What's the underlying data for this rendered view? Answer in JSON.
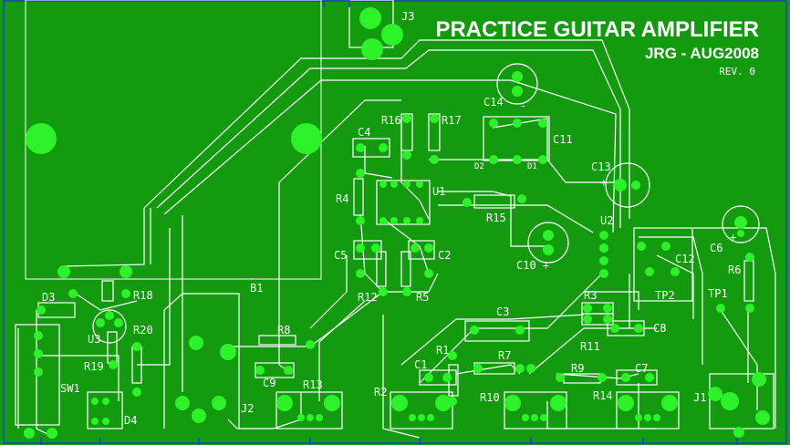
{
  "board": {
    "title": "PRACTICE GUITAR AMPLIFIER",
    "author_date": "JRG - AUG2008",
    "revision": "REV. 0",
    "colors": {
      "copper": "#139a0f",
      "trace": "#ffffff",
      "pad": "#2df22a",
      "edge": "#1a3fd0"
    }
  },
  "labels": {
    "J3": "J3",
    "C14": "C14",
    "R16": "R16",
    "R17": "R17",
    "C4": "C4",
    "C11": "C11",
    "D2": "D2",
    "D1": "D1",
    "C13": "C13",
    "R4": "R4",
    "U1": "U1",
    "R15": "R15",
    "U2": "U2",
    "C6": "C6",
    "C5": "C5",
    "C2": "C2",
    "C10": "C10 +",
    "C12": "C12",
    "R6": "R6",
    "D3": "D3",
    "R18": "R18",
    "B1": "B1",
    "R12": "R12",
    "R5": "R5",
    "R3": "R3",
    "TP2": "TP2",
    "TP1": "TP1",
    "U3": "U3",
    "R20": "R20",
    "R8": "R8",
    "C3": "C3",
    "C8": "C8",
    "R11": "R11",
    "R19": "R19",
    "R1": "R1",
    "R7": "R7",
    "C9": "C9",
    "SW1": "SW1",
    "R13": "R13",
    "C1": "C1",
    "R9": "R9",
    "C7": "C7",
    "R2": "R2",
    "R10": "R10",
    "R14": "R14",
    "J1": "J1",
    "J2": "J2",
    "D4": "D4",
    "plus_c13": "+",
    "plus_c6": "+",
    "minus_c14": "-"
  }
}
